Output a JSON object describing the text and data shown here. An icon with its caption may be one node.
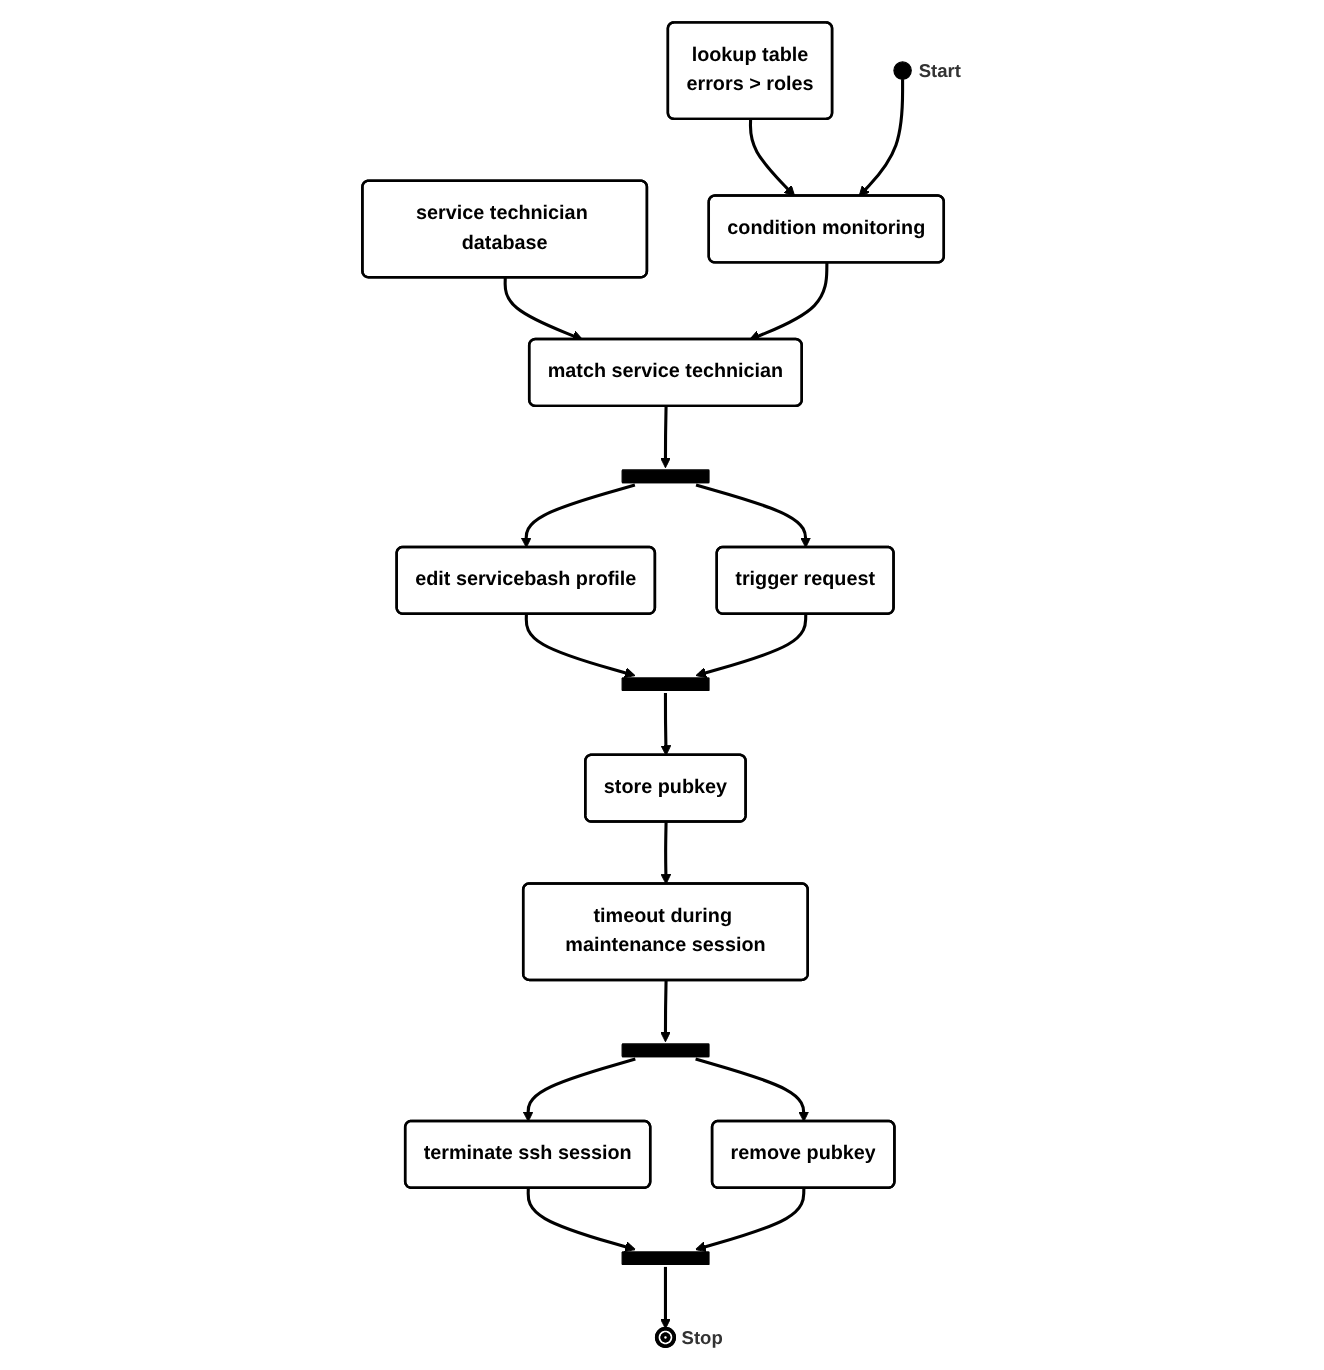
{
  "diagram": {
    "nodes": [
      {
        "text": [
          "lookup table",
          "errors > roles"
        ]
      },
      {
        "text": [
          "service technician database"
        ]
      },
      {
        "text": [],
        "shape": "circle",
        "beside": [
          "Start"
        ]
      },
      {
        "text": [
          "condition monitoring"
        ]
      },
      {
        "text": [
          "match service technician"
        ]
      },
      {
        "text": [],
        "shape": "bar"
      },
      {
        "text": [
          "edit servicebash profile"
        ]
      },
      {
        "text": [
          "trigger request"
        ]
      },
      {
        "text": [],
        "shape": "bar"
      },
      {
        "text": [
          "store pubkey"
        ]
      },
      {
        "text": [
          "timeout during maintenance session"
        ]
      },
      {
        "text": [],
        "shape": "bar"
      },
      {
        "text": [
          "terminate ssh session"
        ]
      },
      {
        "text": [
          "remove pubkey"
        ]
      },
      {
        "text": [],
        "shape": "bar"
      },
      {
        "text": [],
        "shape": "circle",
        "beside": [
          "Stop"
        ]
      }
    ],
    "edges": [
      {
        "from": 0,
        "to": 3,
        "arrow": "to"
      },
      {
        "from": 1,
        "to": 4,
        "arrow": "to"
      },
      {
        "from": 2,
        "to": 3,
        "arrow": "to"
      },
      {
        "from": 3,
        "to": 4,
        "arrow": "to"
      },
      {
        "from": 4,
        "to": 5,
        "arrow": "to"
      },
      {
        "from": 5,
        "to": 6,
        "arrow": "to"
      },
      {
        "from": 5,
        "to": 7,
        "arrow": "to"
      },
      {
        "from": 6,
        "to": 8,
        "arrow": "to"
      },
      {
        "from": 7,
        "to": 8,
        "arrow": "to"
      },
      {
        "from": 8,
        "to": 9,
        "arrow": "to"
      },
      {
        "from": 9,
        "to": 10,
        "arrow": "to"
      },
      {
        "from": 10,
        "to": 11,
        "arrow": "to"
      },
      {
        "from": 11,
        "to": 12,
        "arrow": "to"
      },
      {
        "from": 11,
        "to": 13,
        "arrow": "to"
      },
      {
        "from": 12,
        "to": 14,
        "arrow": "to"
      },
      {
        "from": 13,
        "to": 14,
        "arrow": "to"
      },
      {
        "from": 14,
        "to": 15,
        "arrow": "to"
      }
    ]
  }
}
